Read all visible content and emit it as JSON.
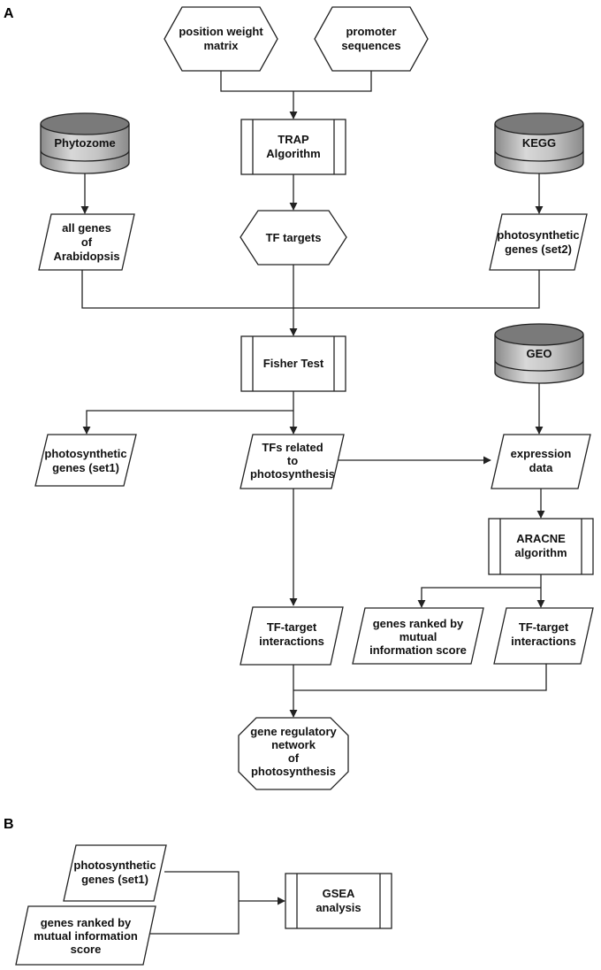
{
  "panels": {
    "a": "A",
    "b": "B"
  },
  "nodes": {
    "pwm": [
      "position weight",
      "matrix"
    ],
    "promoter": [
      "promoter",
      "sequences"
    ],
    "phytozome": "Phytozome",
    "trap": [
      "TRAP",
      "Algorithm"
    ],
    "kegg": "KEGG",
    "allgenes": [
      "all genes",
      "of",
      "Arabidopsis"
    ],
    "tftargets": [
      "TF targets"
    ],
    "photoset2": [
      "photosynthetic",
      "genes (set2)"
    ],
    "fisher": [
      "Fisher Test"
    ],
    "geo": "GEO",
    "photoset1": [
      "photosynthetic",
      "genes (set1)"
    ],
    "tfsrelated": [
      "TFs related",
      "to",
      "photosynthesis"
    ],
    "expression": [
      "expression",
      "data"
    ],
    "aracne": [
      "ARACNE",
      "algorithm"
    ],
    "ranked": [
      "genes ranked by",
      "mutual",
      "information score"
    ],
    "tfint_left": [
      "TF-target",
      "interactions"
    ],
    "tfint_right": [
      "TF-target",
      "interactions"
    ],
    "grn": [
      "gene regulatory",
      "network",
      "of",
      "photosynthesis"
    ],
    "b_photoset1": [
      "photosynthetic",
      "genes (set1)"
    ],
    "b_ranked": [
      "genes ranked by",
      "mutual information",
      "score"
    ],
    "gsea": [
      "GSEA",
      "analysis"
    ]
  }
}
